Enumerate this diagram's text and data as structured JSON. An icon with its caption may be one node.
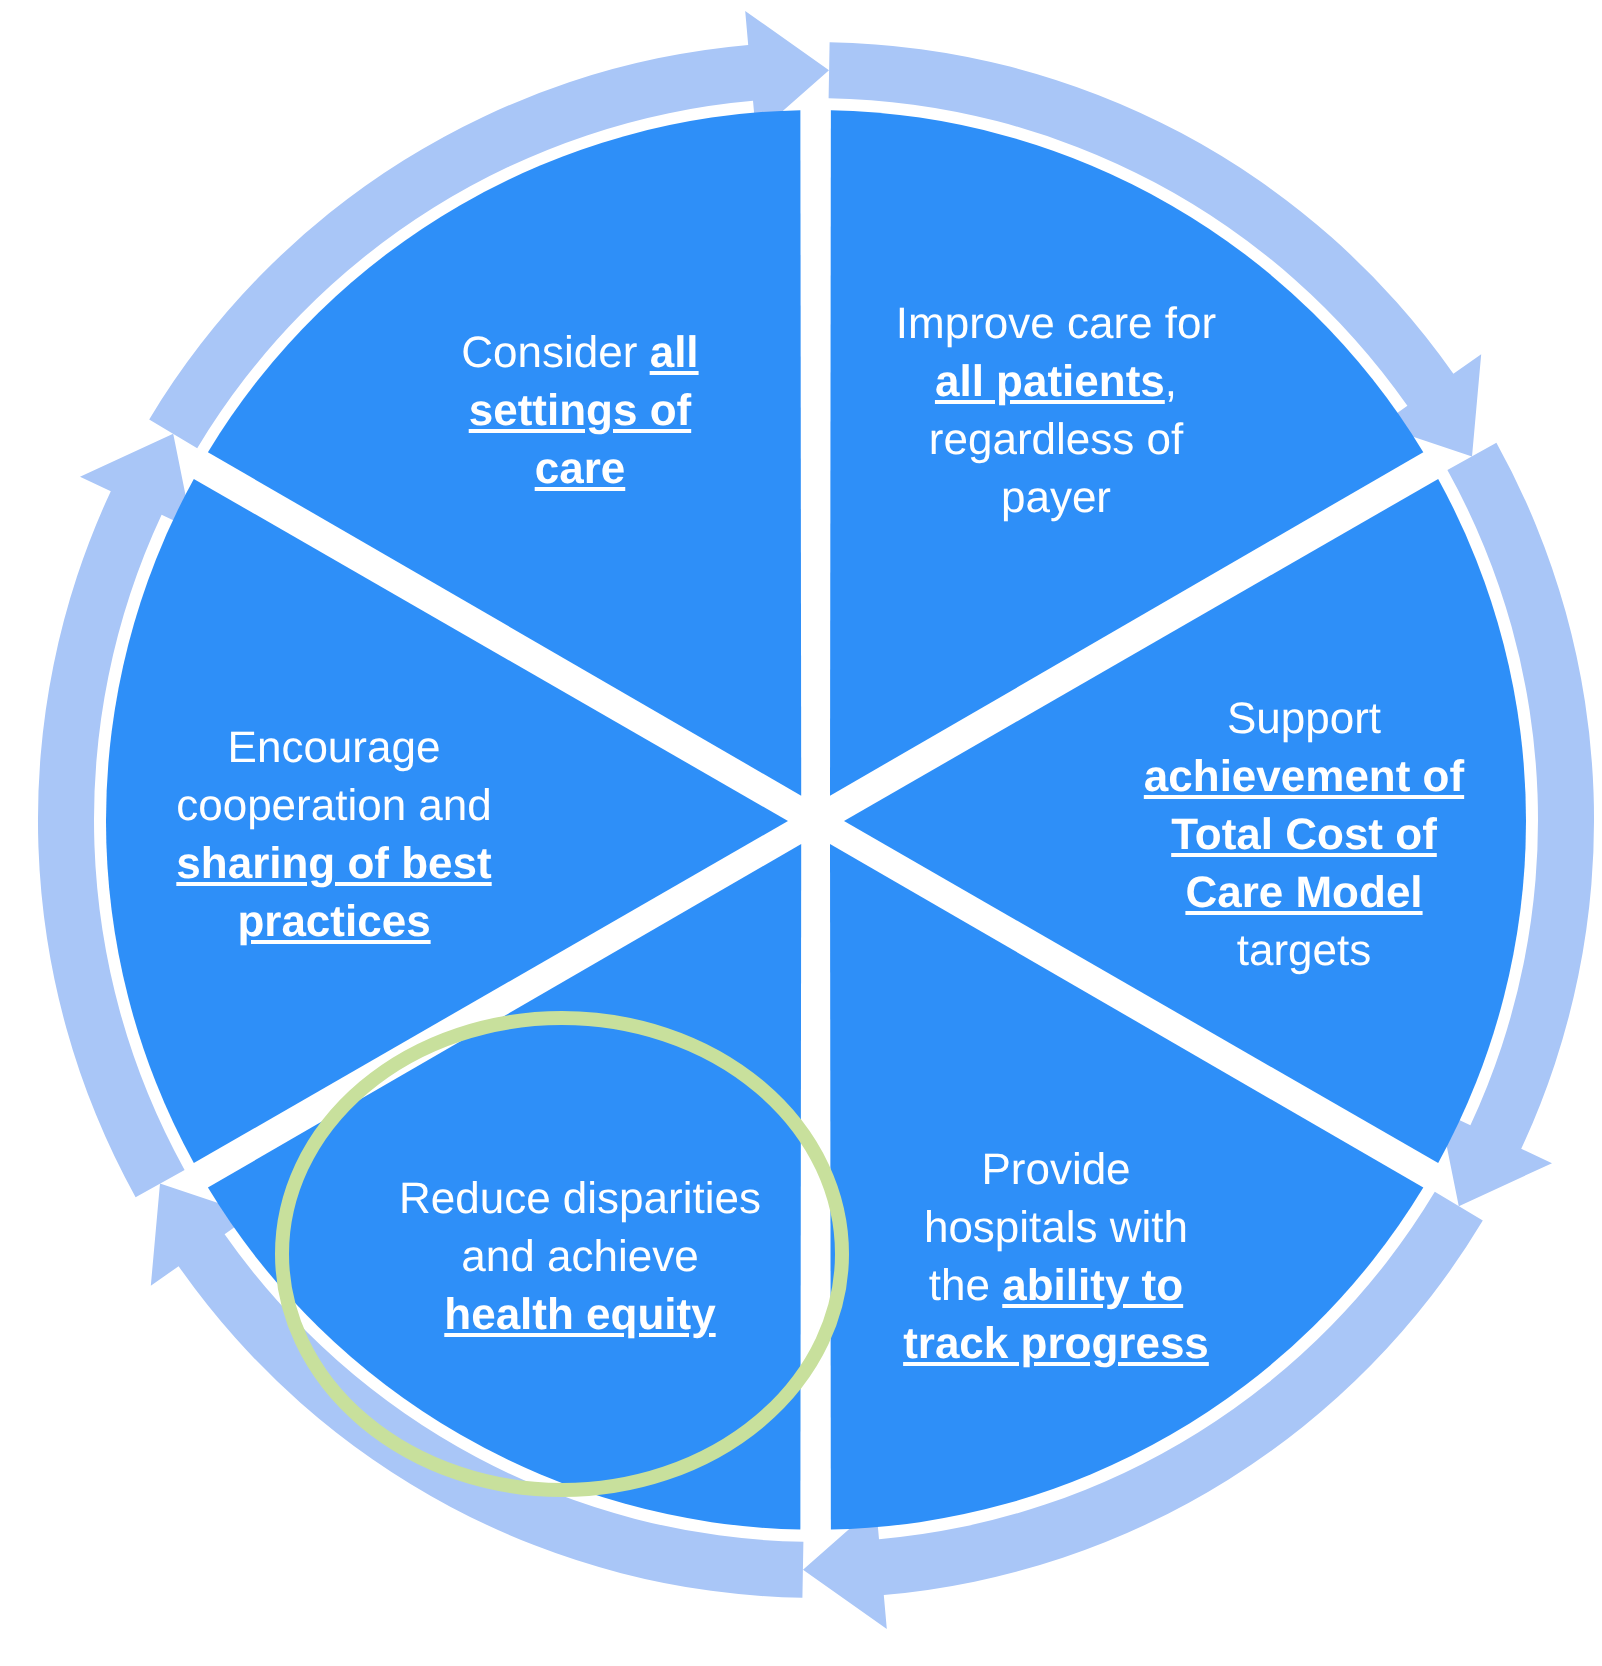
{
  "diagram": {
    "nodes": [
      {
        "text": [
          "Consider **all settings of care**"
        ]
      },
      {
        "text": [
          "Improve care for **all patients**, regardless of payer"
        ]
      },
      {
        "text": [
          "Support **achievement of Total Cost of Care Model** targets"
        ]
      },
      {
        "text": [
          "Provide hospitals with the **ability to track progress**"
        ]
      },
      {
        "text": [
          "Reduce disparities and achieve **health equity**"
        ]
      },
      {
        "text": [
          "Encourage cooperation and **sharing of best practices**"
        ]
      }
    ],
    "edges": [
      {
        "from": 0,
        "to": 1,
        "arrow": "to"
      },
      {
        "from": 1,
        "to": 2,
        "arrow": "to"
      },
      {
        "from": 2,
        "to": 3,
        "arrow": "to"
      },
      {
        "from": 3,
        "to": 4,
        "arrow": "to"
      },
      {
        "from": 4,
        "to": 5,
        "arrow": "to"
      },
      {
        "from": 5,
        "to": 0,
        "arrow": "to"
      }
    ]
  }
}
